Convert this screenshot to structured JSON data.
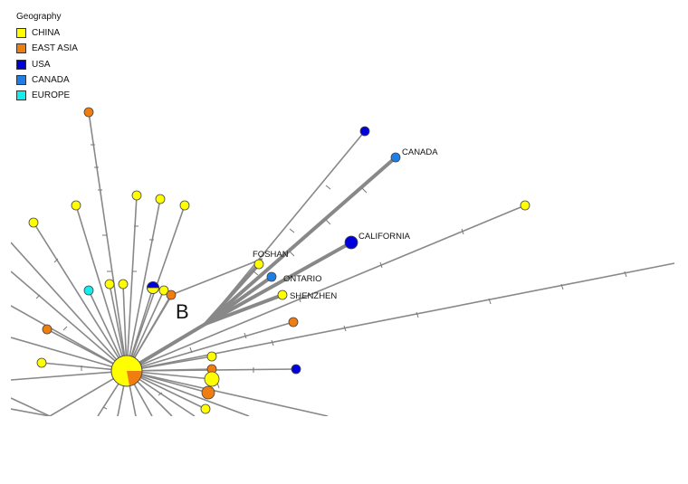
{
  "legend": {
    "title": "Geography",
    "items": [
      {
        "label": "CHINA",
        "color": "#ffff00"
      },
      {
        "label": "EAST ASIA",
        "color": "#f07d10"
      },
      {
        "label": "USA",
        "color": "#0000dd"
      },
      {
        "label": "CANADA",
        "color": "#1e7ee8"
      },
      {
        "label": "EUROPE",
        "color": "#11eeee"
      }
    ]
  },
  "panel_label": "B",
  "node_labels": {
    "canada": "CANADA",
    "california": "CALIFORNIA",
    "foshan": "FOSHAN",
    "ontario": "ONTARIO",
    "shenzhen": "SHENZHEN"
  }
}
